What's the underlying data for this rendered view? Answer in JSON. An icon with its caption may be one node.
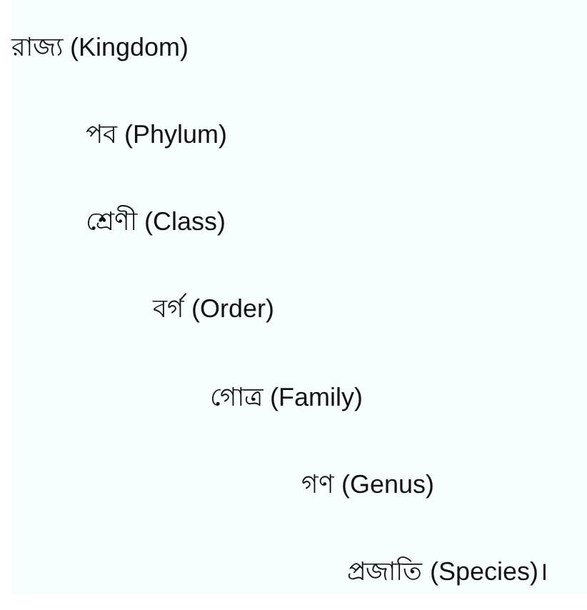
{
  "diagram": {
    "labels": [
      "রাজ্য (Kingdom)",
      "পব (Phylum)",
      "শ্রেণী (Class)",
      "বর্গ (Order)",
      "গোত্র (Family)",
      "গণ (Genus)",
      "প্রজাতি (Species)।"
    ]
  }
}
